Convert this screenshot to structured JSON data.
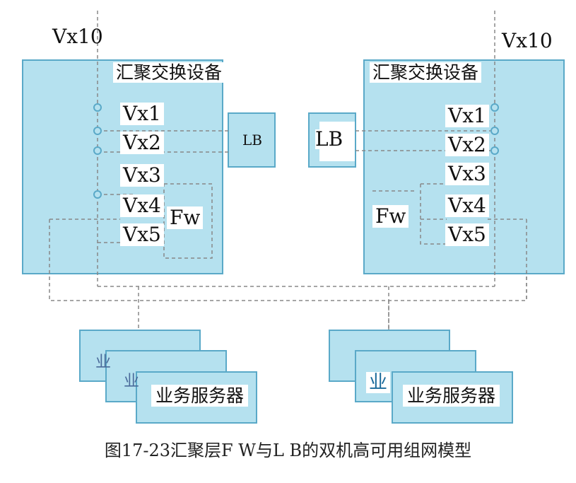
{
  "left_switch": {
    "title": "汇聚交换设备",
    "top_port": "Vx10",
    "ports": [
      "Vx1",
      "Vx2",
      "Vx3",
      "Vx4",
      "Vx5"
    ],
    "fw": "Fw"
  },
  "right_switch": {
    "title": "汇聚交换设备",
    "top_port": "Vx10",
    "ports": [
      "Vx1",
      "Vx2",
      "Vx3",
      "Vx4",
      "Vx5"
    ],
    "fw": "Fw"
  },
  "lb_left": "LB",
  "lb_right": "LB",
  "left_servers": {
    "label": "业务服务器",
    "ghost1": "业",
    "ghost2": "业"
  },
  "right_servers": {
    "label": "业务服务器",
    "ghost1": "业"
  },
  "caption": "图17-23汇聚层F W与L B的双机高可用组网模型",
  "colors": {
    "box_fill": "#b5e1ef",
    "box_stroke": "#5aa9c8",
    "dash": "#888888"
  }
}
